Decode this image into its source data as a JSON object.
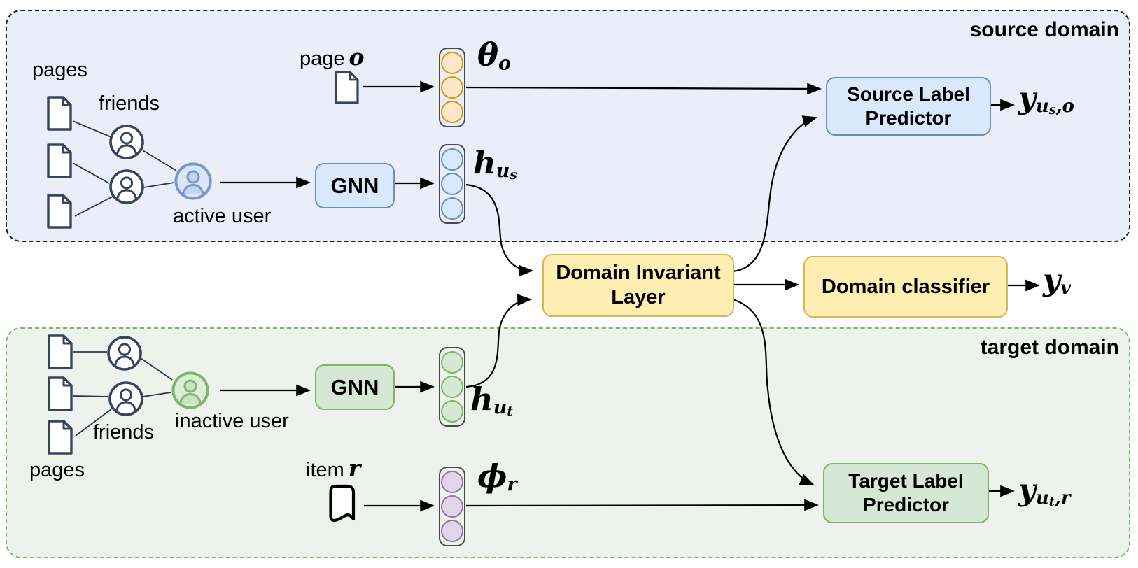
{
  "palette": {
    "source_region_fill": "#e9eef9",
    "source_region_border": "#1b1b1b",
    "target_region_fill": "#edf3ec",
    "target_region_border": "#7fb56d",
    "blue_fill": "#dae8fc",
    "blue_stroke": "#6c8ebf",
    "green_fill": "#d5e8d4",
    "green_stroke": "#82b366",
    "yellow_fill": "#ffeeb2",
    "yellow_stroke": "#d6b656",
    "orange_cell_fill": "#ffe6cc",
    "orange_cell_stroke": "#d79b00",
    "purple_cell_fill": "#e1d5e7",
    "purple_cell_stroke": "#9673a6",
    "graph_node_stroke": "#36455c",
    "active_user_stroke": "#7b97c9",
    "active_user_fill": "#dbe6f6",
    "inactive_user_stroke": "#7fb56d",
    "inactive_user_fill": "#ddeeda"
  },
  "icons": {
    "document": "page-icon",
    "person": "user-icon",
    "bookmark": "item-icon"
  },
  "source": {
    "region_label": "source domain",
    "pages_label": "pages",
    "friends_label": "friends",
    "user_label": "active user",
    "gnn_label": "GNN",
    "page_prefix": "page",
    "page_symbol": "o",
    "theta": {
      "base": "θ",
      "sub": "o"
    },
    "h": {
      "base": "h",
      "sub": "u",
      "subsub": "s"
    },
    "predictor_line1": "Source Label",
    "predictor_line2": "Predictor",
    "output": {
      "base": "y",
      "sub": "u",
      "subsub": "s",
      "tail": ",o"
    }
  },
  "middle": {
    "dil_line1": "Domain Invariant",
    "dil_line2": "Layer",
    "classifier_label": "Domain classifier",
    "output": {
      "base": "y",
      "sub": "v"
    }
  },
  "target": {
    "region_label": "target domain",
    "pages_label": "pages",
    "friends_label": "friends",
    "user_label": "inactive user",
    "gnn_label": "GNN",
    "item_prefix": "item",
    "item_symbol": "r",
    "h": {
      "base": "h",
      "sub": "u",
      "subsub": "t"
    },
    "phi": {
      "base": "ϕ",
      "sub": "r"
    },
    "predictor_line1": "Target Label",
    "predictor_line2": "Predictor",
    "output": {
      "base": "y",
      "sub": "u",
      "subsub": "t",
      "tail": ",r"
    }
  }
}
